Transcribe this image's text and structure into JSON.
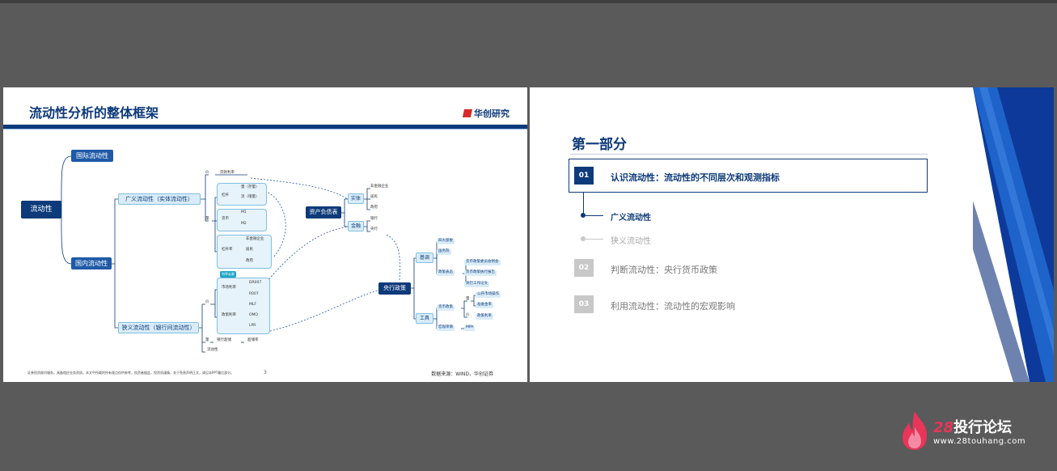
{
  "left_slide": {
    "title": "流动性分析的整体框架",
    "brand": "华创研究",
    "page_number": "3",
    "source": "数据来源：WIND，华创证券",
    "footnote": "证券投资顾问服务，具备相应业务资质。本文中所载的所有观点仅供参考，投资者据此，投资须谨慎，关于免责声明正文，请见本PPT最后部分。",
    "mindmap": {
      "root": "流动性",
      "international": "国际流动性",
      "domestic": "国内流动性",
      "broad": "广义流动性（实体流动性）",
      "narrow": "狭义流动性（银行间流动性）",
      "price1": "价",
      "loan_rate": "贷款利率",
      "leverage": "杠杆",
      "stock": "量（存量）",
      "flow": "流（增量）",
      "quantity1": "量",
      "currency": "货币",
      "m1": "M1",
      "m2": "M2",
      "leverage_rate": "杠杆率",
      "nonfin": "非金融企业",
      "household": "居民",
      "government": "政府",
      "balance_sheet": "资产负债表",
      "entity": "实体",
      "finance": "金融",
      "nonfin_co": "非金融企业",
      "resident": "居民",
      "gov": "政府",
      "bank": "银行",
      "central_bank": "央行",
      "cb_policy": "央行政策",
      "tone": "基调",
      "npc": "四大部委",
      "state_council": "国务院",
      "policy_view": "政策表态",
      "mpc": "货币政策委员会例会",
      "mp_report": "货币政策执行报告",
      "cb_paper": "央行工作论文",
      "tools": "工具",
      "mp_tools": "货币政策",
      "mp_quantity": "量",
      "omo": "公开市场操作",
      "rrr": "准备金率",
      "mp_price": "价",
      "policy_rate_cb": "政策利率",
      "macro_prudential": "宏观审慎",
      "mpa": "MPA",
      "indicator_tag": "利率走廊",
      "price2": "价",
      "market_rate": "市场利率",
      "dr007": "DR007",
      "r007": "R007",
      "policy_rate": "政策利率",
      "mlf": "MLF",
      "omo2": "OMO",
      "lpr": "LPR",
      "quantity2": "量",
      "bank_reserve": "银行超储",
      "excess_rate": "超储率",
      "liquidity": "流动性"
    }
  },
  "right_slide": {
    "part_title": "第一部分",
    "items": [
      {
        "num": "01",
        "label": "认识流动性：流动性的不同层次和观测指标",
        "active": true
      },
      {
        "num": "02",
        "label": "判断流动性：央行货币政策",
        "active": false
      },
      {
        "num": "03",
        "label": "利用流动性：流动性的宏观影响",
        "active": false
      }
    ],
    "sub_items": [
      {
        "label": "广义流动性",
        "active": true
      },
      {
        "label": "狭义流动性",
        "active": false
      }
    ]
  },
  "watermark": {
    "number": "28",
    "name": "投行论坛",
    "url": "www.28touhang.com"
  },
  "colors": {
    "brand_navy": "#0d3a7a",
    "accent_light": "#d9ecf7",
    "accent_cyan": "#7fc0e0",
    "inactive_gray": "#c8c8c8",
    "logo_pink": "#e8355a"
  }
}
